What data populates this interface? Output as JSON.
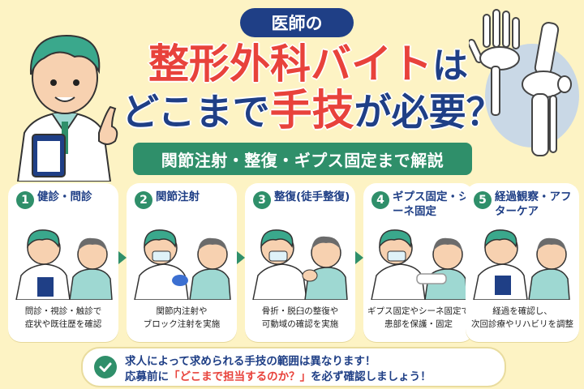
{
  "header": {
    "badge": "医師の",
    "title_line1_main": "整形外科バイト",
    "title_line1_tail": "は",
    "title_line2_a": "どこまで",
    "title_line2_red": "手技",
    "title_line2_b": "が必要？",
    "subtitle": "関節注射・整復・ギプス固定まで解説"
  },
  "steps": [
    {
      "num": "1",
      "title": "健診・問診",
      "desc_line1": "問診・視診・触診で",
      "desc_line2": "症状や既往歴を確認"
    },
    {
      "num": "2",
      "title": "関節注射",
      "desc_line1": "関節内注射や",
      "desc_line2": "ブロック注射を実施"
    },
    {
      "num": "3",
      "title": "整復(徒手整復)",
      "desc_line1": "骨折・脱臼の整復や",
      "desc_line2": "可動域の確認を実施"
    },
    {
      "num": "4",
      "title": "ギプス固定・シーネ固定",
      "desc_line1": "ギプス固定やシーネ固定で",
      "desc_line2": "患部を保護・固定"
    },
    {
      "num": "5",
      "title": "経過観察・アフターケア",
      "desc_line1": "経過を確認し、",
      "desc_line2": "次回診療やリハビリを調整"
    }
  ],
  "footer": {
    "line1": "求人によって求められる手技の範囲は異なります！",
    "line2_a": "応募前に",
    "line2_highlight": "「どこまで担当するのか？」",
    "line2_b": "を必ず確認しましょう！"
  },
  "colors": {
    "background": "#fdf3c4",
    "navy": "#1f3f86",
    "red": "#e8423b",
    "green": "#2f8f6a"
  },
  "icons": [
    "doctor-illustration",
    "bone-illustration",
    "check-icon",
    "arrow-right-icon"
  ]
}
